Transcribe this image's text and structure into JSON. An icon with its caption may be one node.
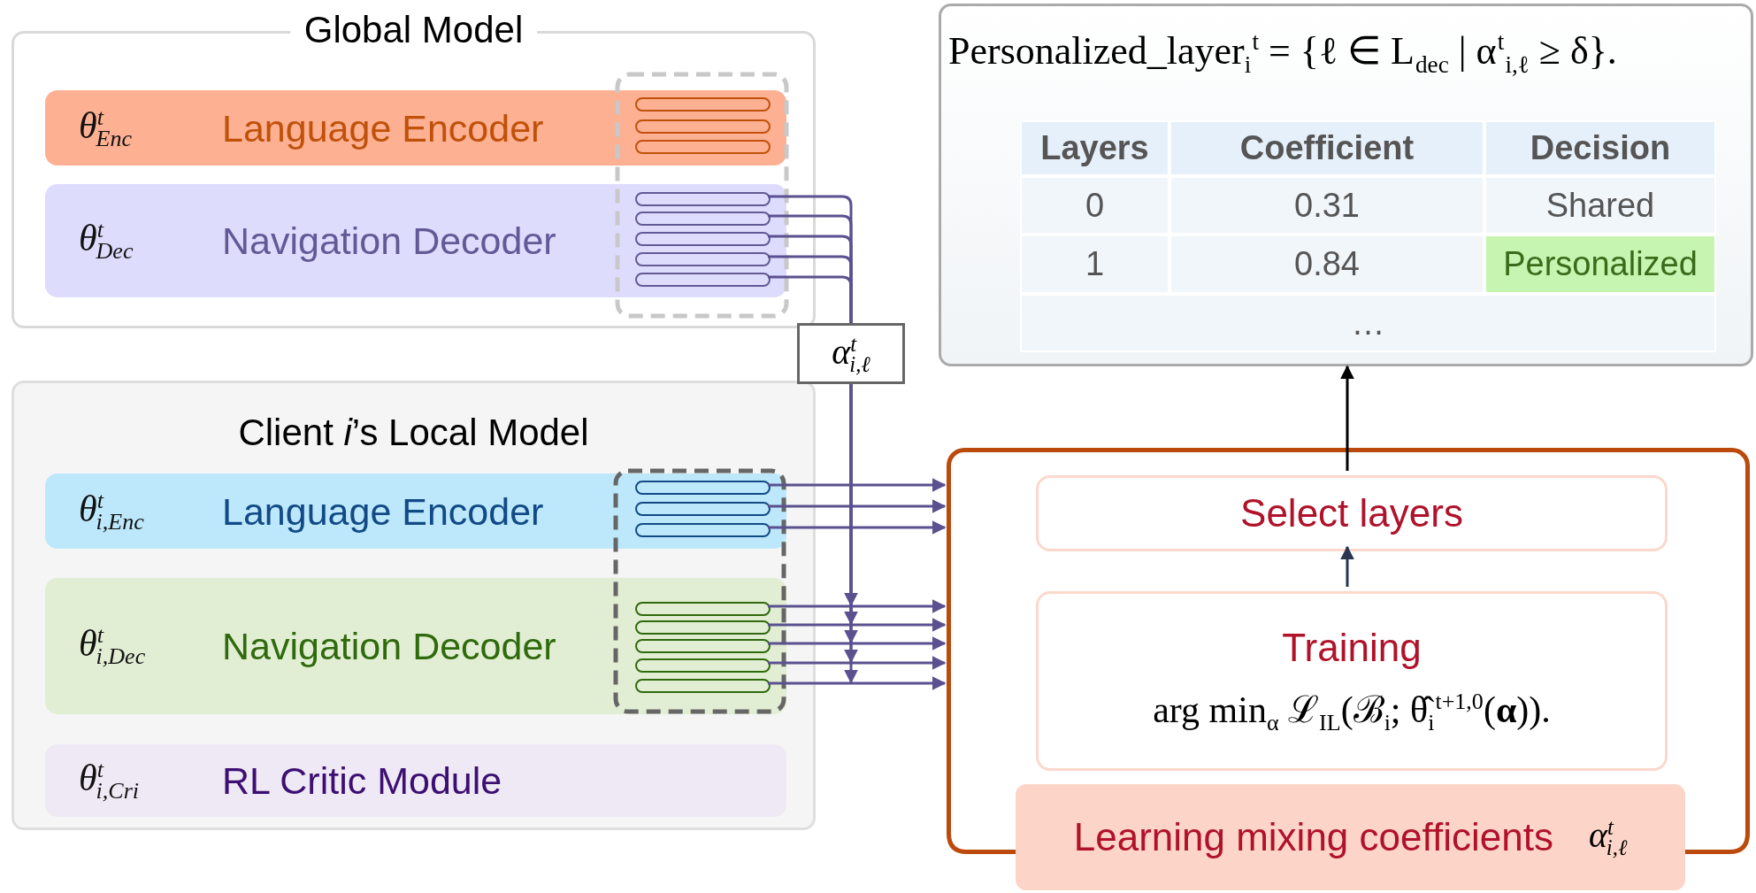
{
  "diagram": {
    "nodes": [
      {
        "text": [
          "Global Model"
        ]
      },
      {
        "text": [
          "θ$^{t}$$_{Enc}$",
          "Language Encoder"
        ],
        "in": 0
      },
      {
        "text": [],
        "shape": "bar",
        "in": 1
      },
      {
        "text": [],
        "shape": "bar",
        "in": 1
      },
      {
        "text": [],
        "shape": "bar",
        "in": 1
      },
      {
        "text": [
          "θ$^{t}$$_{Dec}$",
          "Navigation Decoder"
        ],
        "in": 0
      },
      {
        "text": [],
        "shape": "bar",
        "in": 5
      },
      {
        "text": [],
        "shape": "bar",
        "in": 5
      },
      {
        "text": [],
        "shape": "bar",
        "in": 5
      },
      {
        "text": [],
        "shape": "bar",
        "in": 5
      },
      {
        "text": [],
        "shape": "bar",
        "in": 5
      },
      {
        "text": [
          "α$^{t}$$_{i,ℓ}$"
        ]
      },
      {
        "text": [
          "Client *i*’s Local Model"
        ]
      },
      {
        "text": [
          "θ$^{t}$$_{i,Enc}$",
          "Language Encoder"
        ],
        "in": 12
      },
      {
        "text": [],
        "shape": "bar",
        "in": 13
      },
      {
        "text": [],
        "shape": "bar",
        "in": 13
      },
      {
        "text": [],
        "shape": "bar",
        "in": 13
      },
      {
        "text": [
          "θ$^{t}$$_{i,Dec}$",
          "Navigation Decoder"
        ],
        "in": 12
      },
      {
        "text": [],
        "shape": "bar",
        "in": 17
      },
      {
        "text": [],
        "shape": "bar",
        "in": 17
      },
      {
        "text": [],
        "shape": "bar",
        "in": 17
      },
      {
        "text": [],
        "shape": "bar",
        "in": 17
      },
      {
        "text": [],
        "shape": "bar",
        "in": 17
      },
      {
        "text": [
          "θ$^{t}$$_{i,Cri}$",
          "RL Critic Module"
        ],
        "in": 12
      },
      {
        "text": [
          "Personalized_layer$_{i}$$^{t}$ = {ℓ ∈ L$_{dec}$ | α$^{t}$$_{i,ℓ}$ ≥ δ}."
        ]
      },
      {
        "text": [],
        "shape": "box"
      },
      {
        "text": [
          "Select layers"
        ],
        "in": 25
      },
      {
        "text": [
          "Training",
          "arg min$_{α}$ ℒ$_{IL}$(ℬ$_{i}$; θ̂$_{i}$$^{t+1,0}$(**α**))."
        ],
        "in": 25
      },
      {
        "text": [
          "Learning mixing coefficients",
          "α$^{t}$$_{i,ℓ}$"
        ]
      }
    ],
    "edges": [
      {
        "from": 6,
        "to": 11,
        "arrow": "none"
      },
      {
        "from": 7,
        "to": 11,
        "arrow": "none"
      },
      {
        "from": 8,
        "to": 11,
        "arrow": "none"
      },
      {
        "from": 9,
        "to": 11,
        "arrow": "none"
      },
      {
        "from": 10,
        "to": 11,
        "arrow": "none"
      },
      {
        "from": 11,
        "to": 18,
        "arrow": "to"
      },
      {
        "from": 11,
        "to": 19,
        "arrow": "to"
      },
      {
        "from": 11,
        "to": 20,
        "arrow": "to"
      },
      {
        "from": 11,
        "to": 21,
        "arrow": "to"
      },
      {
        "from": 11,
        "to": 22,
        "arrow": "to"
      },
      {
        "from": 14,
        "to": 25,
        "arrow": "to"
      },
      {
        "from": 15,
        "to": 25,
        "arrow": "to"
      },
      {
        "from": 16,
        "to": 25,
        "arrow": "to"
      },
      {
        "from": 18,
        "to": 25,
        "arrow": "to"
      },
      {
        "from": 19,
        "to": 25,
        "arrow": "to"
      },
      {
        "from": 20,
        "to": 25,
        "arrow": "to"
      },
      {
        "from": 21,
        "to": 25,
        "arrow": "to"
      },
      {
        "from": 22,
        "to": 25,
        "arrow": "to"
      },
      {
        "from": 27,
        "to": 26,
        "arrow": "to",
        "color": "#2a3550"
      },
      {
        "from": 26,
        "to": 24,
        "arrow": "to",
        "color": "#000000"
      }
    ],
    "labels": [
      "Layers",
      "Coefficient",
      "Decision",
      "0",
      "0.31",
      "Shared",
      "1",
      "0.84",
      "Personalized",
      "…"
    ]
  }
}
